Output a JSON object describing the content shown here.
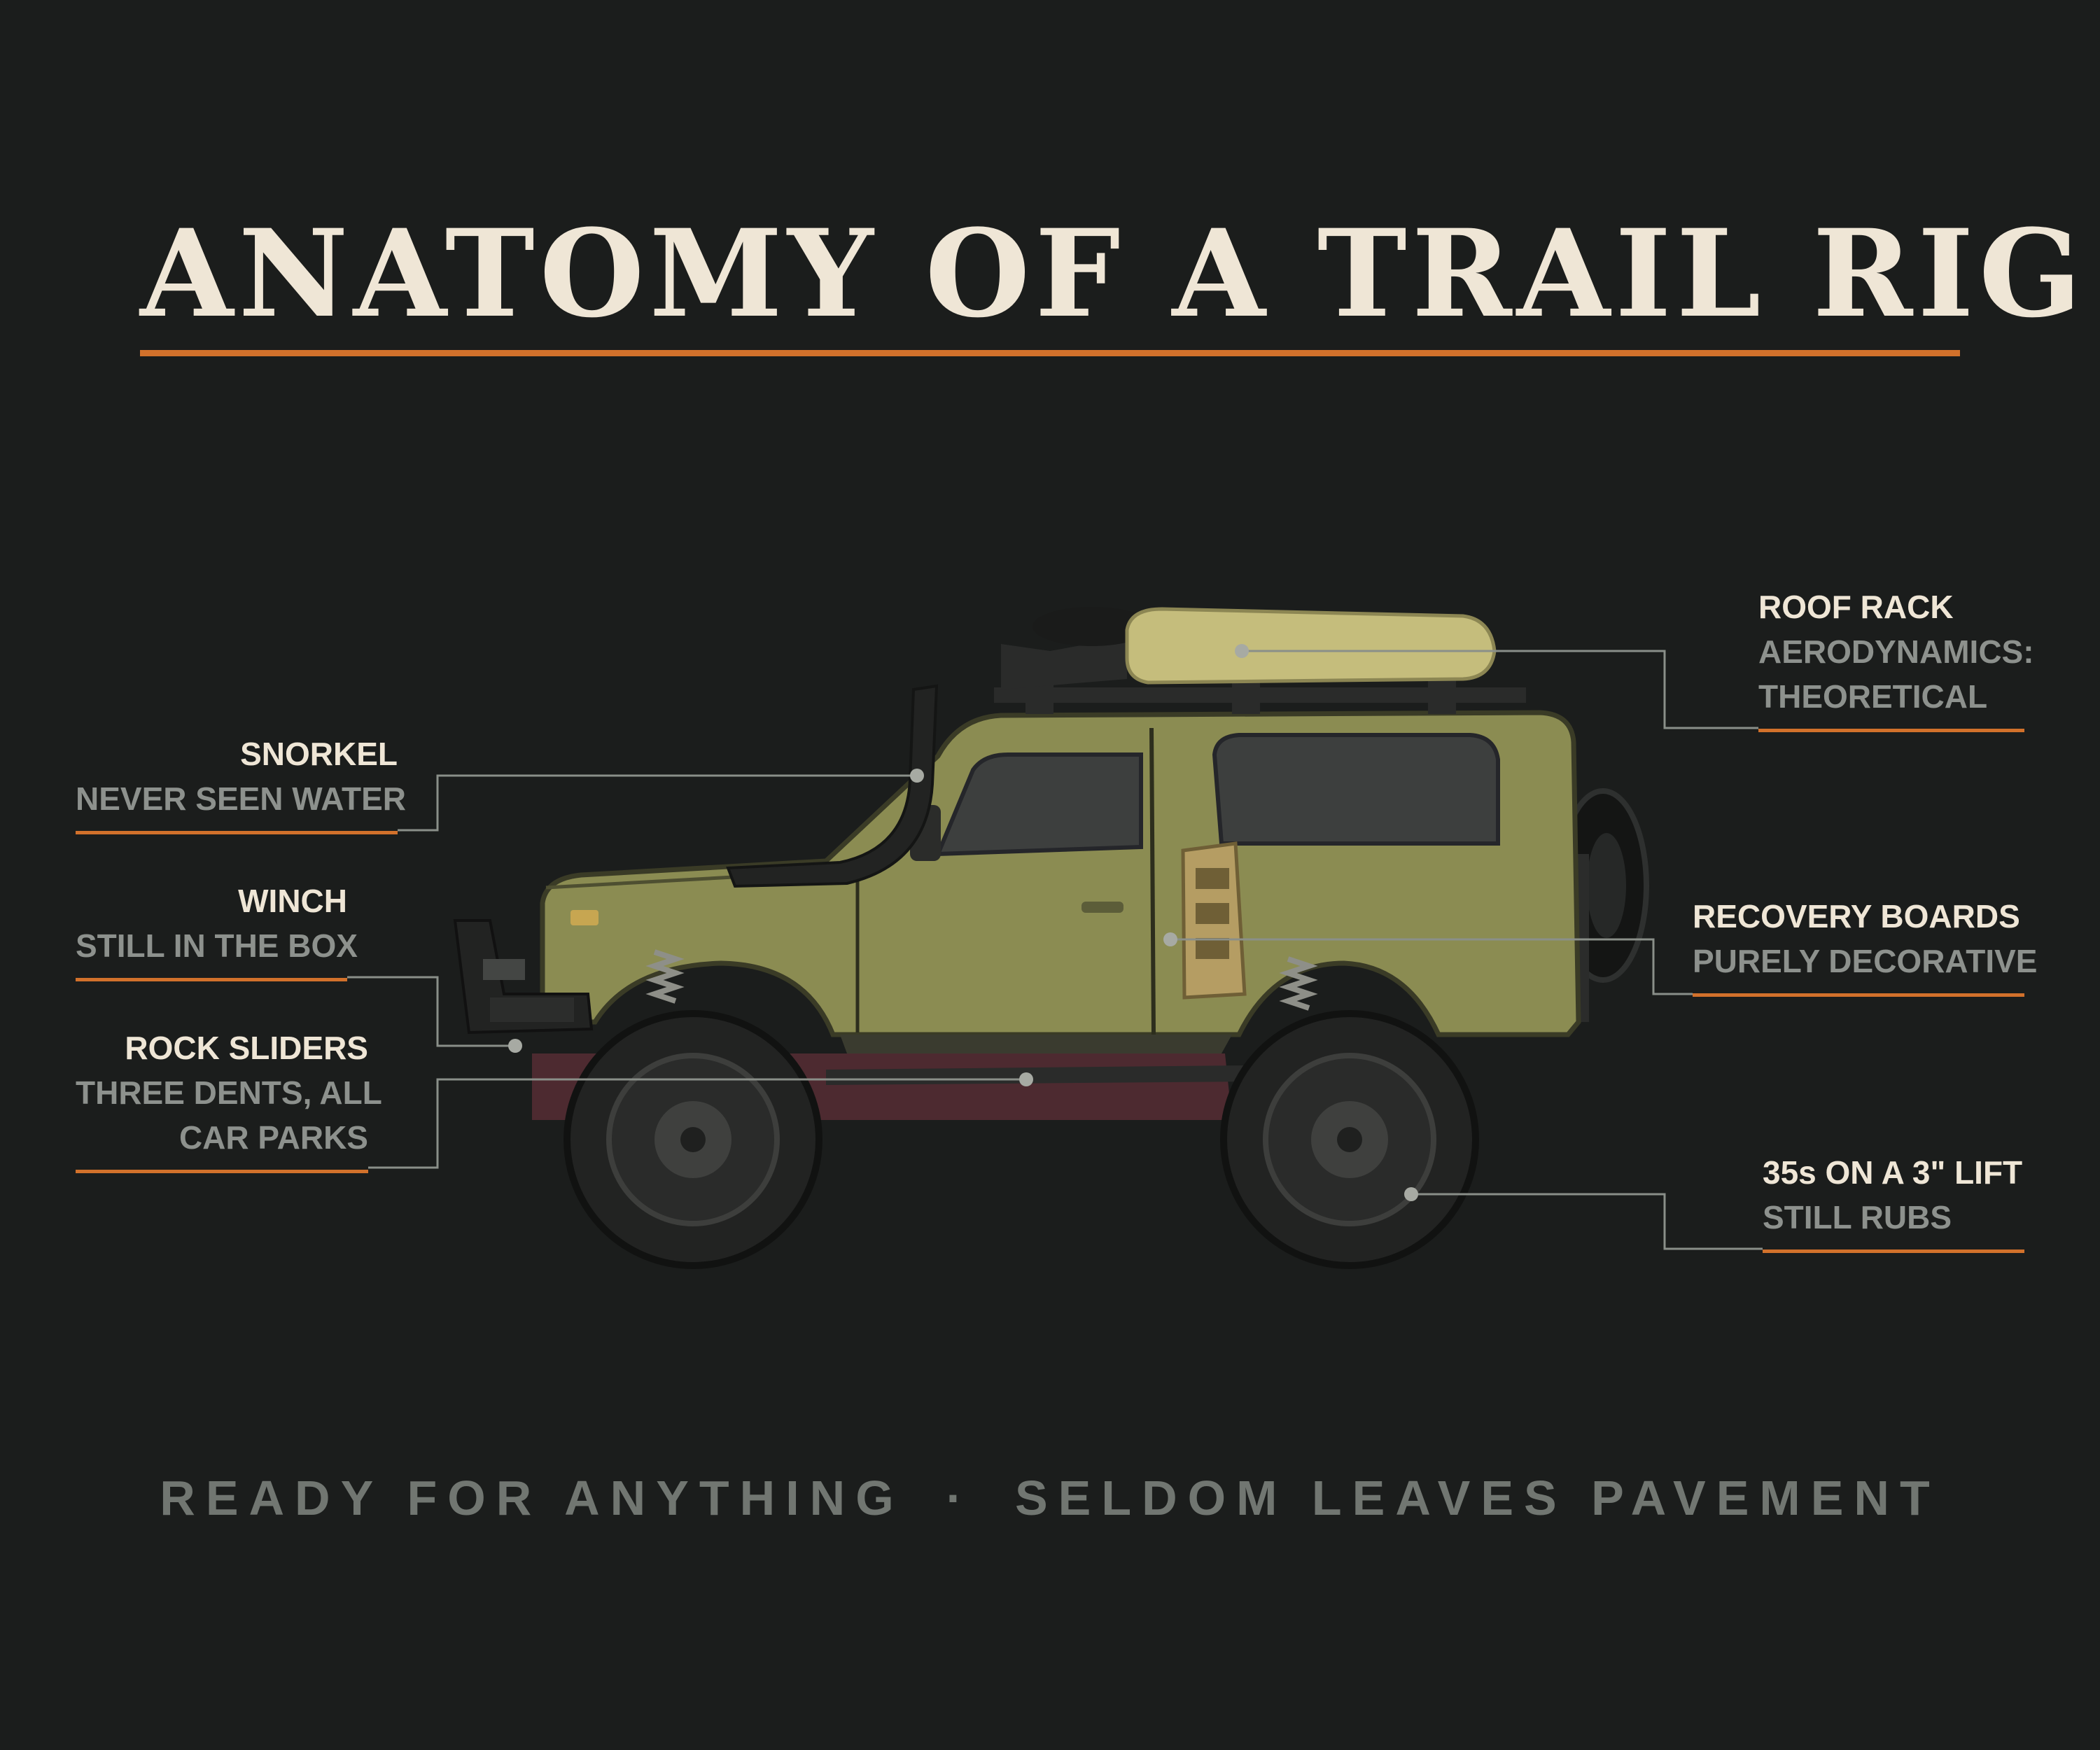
{
  "title": "ANATOMY OF A TRAIL RIG",
  "colors": {
    "background": "#1b1d1c",
    "accent": "#d2712b",
    "heading_text": "#efe6d6",
    "muted_text": "#8d918d",
    "leader_line": "#8a8f89",
    "body_paint": "#8b8c52"
  },
  "callouts": {
    "snorkel": {
      "name": "SNORKEL",
      "desc": "NEVER SEEN WATER"
    },
    "winch": {
      "name": "WINCH",
      "desc": "STILL IN THE BOX"
    },
    "rock_sliders": {
      "name": "ROCK SLIDERS",
      "desc_line1": "THREE DENTS, ALL",
      "desc_line2": "CAR PARKS"
    },
    "roof_rack": {
      "name": "ROOF RACK",
      "desc_line1": "AERODYNAMICS:",
      "desc_line2": "THEORETICAL"
    },
    "recovery_boards": {
      "name": "RECOVERY BOARDS",
      "desc": "PURELY DECORATIVE"
    },
    "tires": {
      "name": "35s ON A 3\" LIFT",
      "desc": "STILL RUBS"
    }
  },
  "tagline": {
    "left": "READY FOR ANYTHING",
    "separator": "·",
    "right": "SELDOM LEAVES PAVEMENT"
  }
}
